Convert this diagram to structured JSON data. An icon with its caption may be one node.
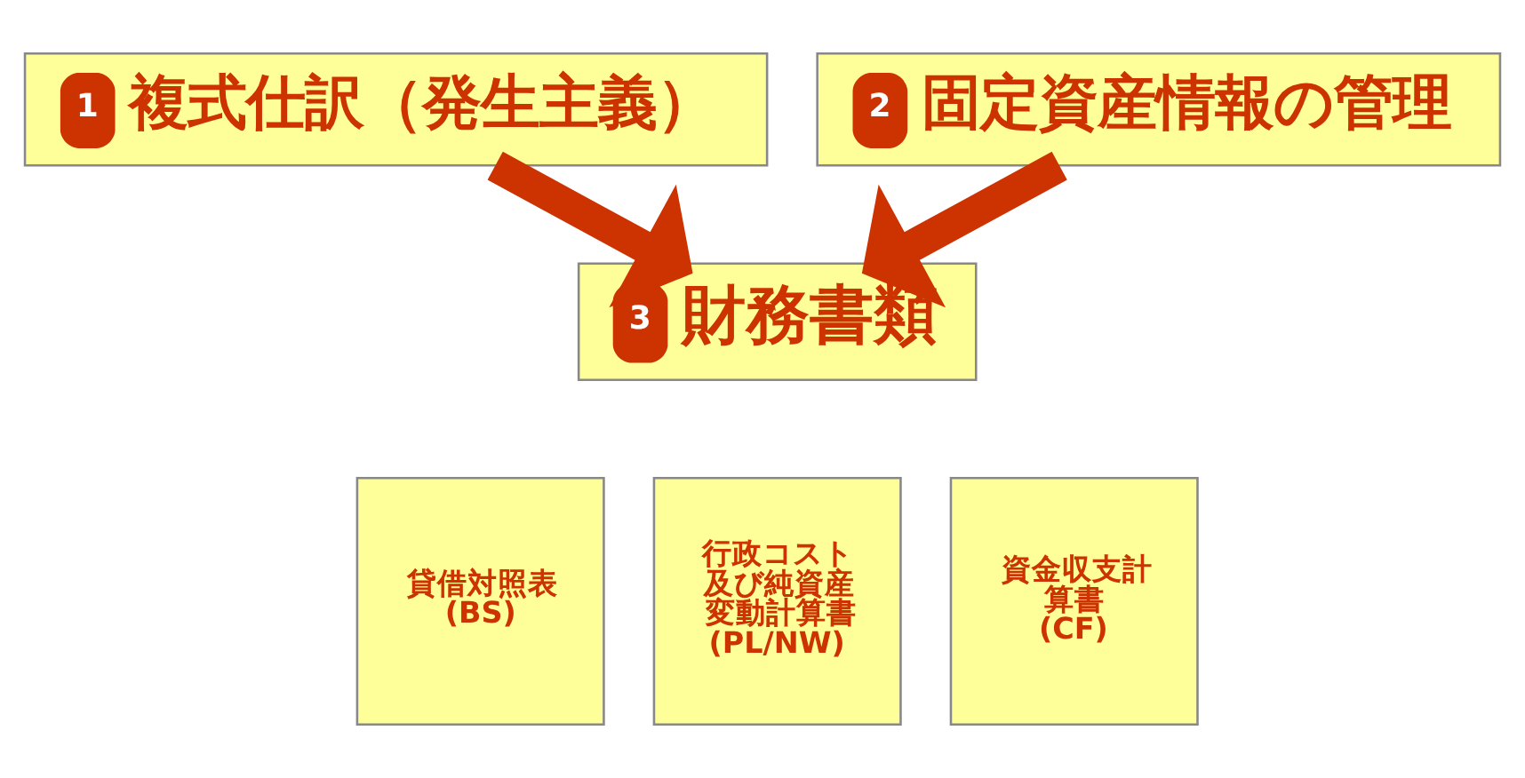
{
  "diagram": {
    "nodes": [
      {
        "text": [
          "1",
          "複式仕訳（発生主義）"
        ]
      },
      {
        "text": [
          "2",
          "固定資産情報の管理"
        ]
      },
      {
        "text": [
          "3",
          "財務書類"
        ]
      },
      {
        "text": [
          "貸借対照表(BS)"
        ]
      },
      {
        "text": [
          "行政コスト及び純資産変動計算書(PL/NW)"
        ]
      },
      {
        "text": [
          "資金収支計算書(CF)"
        ]
      }
    ],
    "edges": [
      {
        "from": 0,
        "to": 2,
        "arrow": "to"
      },
      {
        "from": 1,
        "to": 2,
        "arrow": "to"
      }
    ]
  }
}
